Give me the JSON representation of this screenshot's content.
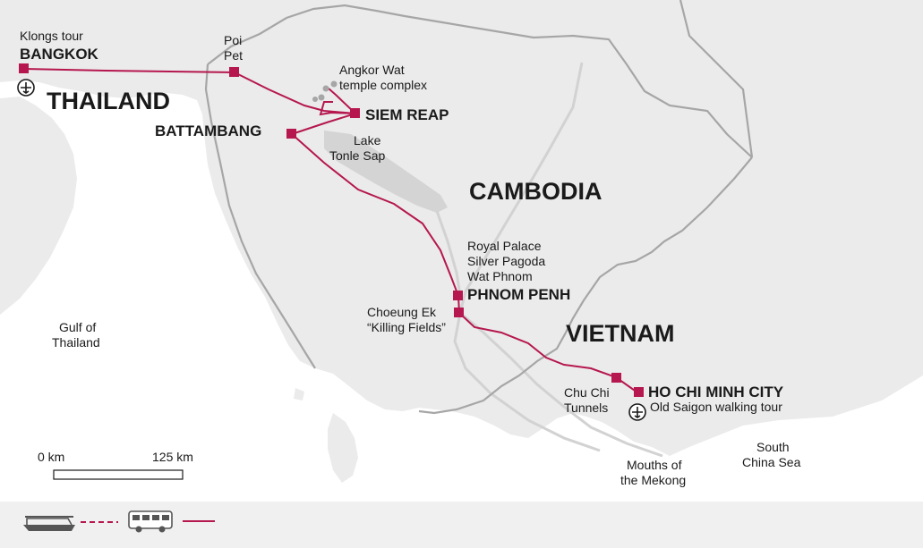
{
  "colors": {
    "land": "#ebebeb",
    "water": "#ffffff",
    "lake": "#d4d4d4",
    "border": "#a6a6a6",
    "river": "#d2d2d2",
    "route": "#b5174e",
    "text": "#1a1a1a",
    "legend_bg": "#f0f0f0"
  },
  "countries": {
    "thailand": "THAILAND",
    "cambodia": "CAMBODIA",
    "vietnam": "VIETNAM"
  },
  "cities": {
    "bangkok": "BANGKOK",
    "siem_reap": "SIEM REAP",
    "battambang": "BATTAMBANG",
    "phnom_penh": "PHNOM PENH",
    "ho_chi_minh_city": "HO CHI MINH CITY"
  },
  "notes": {
    "bangkok_tour": "Klongs tour",
    "poi_pet_1": "Poi",
    "poi_pet_2": "Pet",
    "angkor_1": "Angkor Wat",
    "angkor_2": "temple complex",
    "lake_1": "Lake",
    "lake_2": "Tonle Sap",
    "pp_1": "Royal Palace",
    "pp_2": "Silver Pagoda",
    "pp_3": "Wat Phnom",
    "choeung_1": "Choeung Ek",
    "choeung_2": "“Killing Fields”",
    "chuchi_1": "Chu Chi",
    "chuchi_2": "Tunnels",
    "hcmc_tour": "Old Saigon walking tour",
    "gulf_1": "Gulf of",
    "gulf_2": "Thailand",
    "mekong_1": "Mouths of",
    "mekong_2": "the Mekong",
    "scs_1": "South",
    "scs_2": "China Sea"
  },
  "scale": {
    "start": "0 km",
    "end": "125 km"
  },
  "legend": {
    "boat": "boat-icon",
    "bus": "bus-icon"
  }
}
